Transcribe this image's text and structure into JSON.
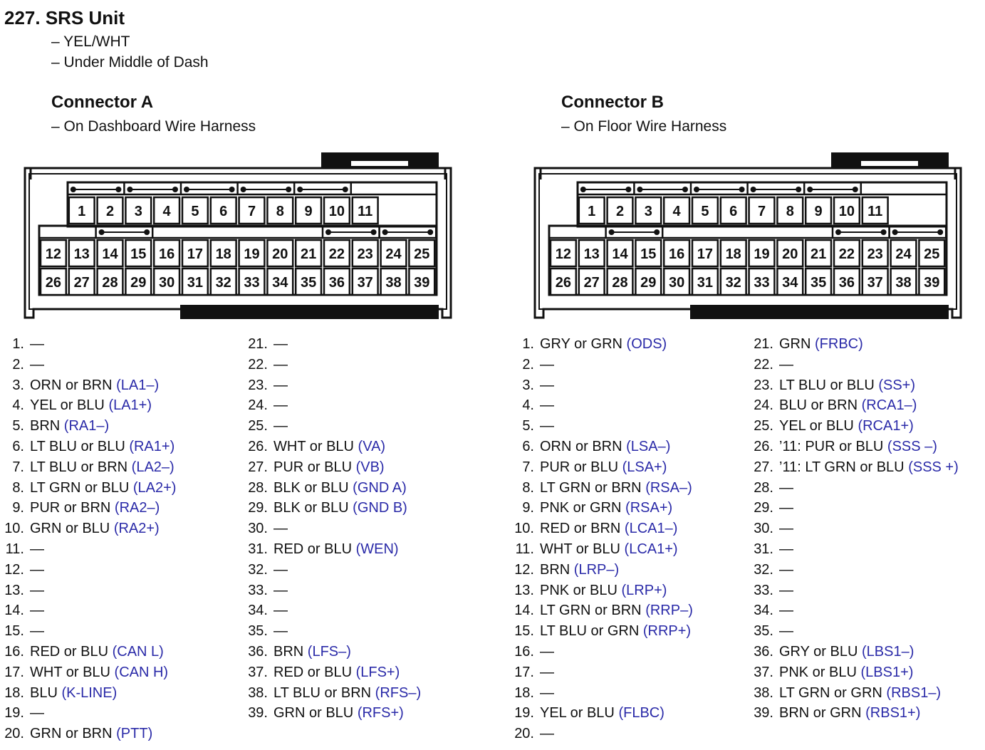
{
  "header": {
    "title": "227. SRS Unit",
    "color_line": "– YEL/WHT",
    "location_line": "– Under Middle of Dash"
  },
  "connectors": {
    "a": {
      "title": "Connector A",
      "subtitle": "– On Dashboard Wire Harness",
      "col1": [
        {
          "n": "1.",
          "wire": "—",
          "signal": ""
        },
        {
          "n": "2.",
          "wire": "—",
          "signal": ""
        },
        {
          "n": "3.",
          "wire": "ORN or BRN",
          "signal": "(LA1–)"
        },
        {
          "n": "4.",
          "wire": "YEL or BLU",
          "signal": "(LA1+)"
        },
        {
          "n": "5.",
          "wire": "BRN",
          "signal": "(RA1–)"
        },
        {
          "n": "6.",
          "wire": "LT BLU or BLU",
          "signal": "(RA1+)"
        },
        {
          "n": "7.",
          "wire": "LT BLU or BRN",
          "signal": "(LA2–)"
        },
        {
          "n": "8.",
          "wire": "LT GRN or BLU",
          "signal": "(LA2+)"
        },
        {
          "n": "9.",
          "wire": "PUR or BRN",
          "signal": "(RA2–)"
        },
        {
          "n": "10.",
          "wire": "GRN or BLU",
          "signal": "(RA2+)"
        },
        {
          "n": "11.",
          "wire": "—",
          "signal": ""
        },
        {
          "n": "12.",
          "wire": "—",
          "signal": ""
        },
        {
          "n": "13.",
          "wire": "—",
          "signal": ""
        },
        {
          "n": "14.",
          "wire": "—",
          "signal": ""
        },
        {
          "n": "15.",
          "wire": "—",
          "signal": ""
        },
        {
          "n": "16.",
          "wire": "RED or BLU",
          "signal": "(CAN L)"
        },
        {
          "n": "17.",
          "wire": "WHT or BLU",
          "signal": "(CAN H)"
        },
        {
          "n": "18.",
          "wire": "BLU",
          "signal": "(K-LINE)"
        },
        {
          "n": "19.",
          "wire": "—",
          "signal": ""
        },
        {
          "n": "20.",
          "wire": "GRN or BRN",
          "signal": "(PTT)"
        }
      ],
      "col2": [
        {
          "n": "21.",
          "wire": "—",
          "signal": ""
        },
        {
          "n": "22.",
          "wire": "—",
          "signal": ""
        },
        {
          "n": "23.",
          "wire": "—",
          "signal": ""
        },
        {
          "n": "24.",
          "wire": "—",
          "signal": ""
        },
        {
          "n": "25.",
          "wire": "—",
          "signal": ""
        },
        {
          "n": "26.",
          "wire": "WHT or BLU",
          "signal": "(VA)"
        },
        {
          "n": "27.",
          "wire": "PUR or BLU",
          "signal": "(VB)"
        },
        {
          "n": "28.",
          "wire": "BLK or BLU",
          "signal": "(GND A)"
        },
        {
          "n": "29.",
          "wire": "BLK or BLU",
          "signal": "(GND B)"
        },
        {
          "n": "30.",
          "wire": "—",
          "signal": ""
        },
        {
          "n": "31.",
          "wire": "RED or BLU",
          "signal": "(WEN)"
        },
        {
          "n": "32.",
          "wire": "—",
          "signal": ""
        },
        {
          "n": "33.",
          "wire": "—",
          "signal": ""
        },
        {
          "n": "34.",
          "wire": "—",
          "signal": ""
        },
        {
          "n": "35.",
          "wire": "—",
          "signal": ""
        },
        {
          "n": "36.",
          "wire": "BRN",
          "signal": "(LFS–)"
        },
        {
          "n": "37.",
          "wire": "RED or BLU",
          "signal": "(LFS+)"
        },
        {
          "n": "38.",
          "wire": "LT BLU or BRN",
          "signal": "(RFS–)"
        },
        {
          "n": "39.",
          "wire": "GRN or BLU",
          "signal": "(RFS+)"
        }
      ]
    },
    "b": {
      "title": "Connector B",
      "subtitle": "– On Floor Wire Harness",
      "col1": [
        {
          "n": "1.",
          "wire": "GRY or GRN",
          "signal": "(ODS)"
        },
        {
          "n": "2.",
          "wire": "—",
          "signal": ""
        },
        {
          "n": "3.",
          "wire": "—",
          "signal": ""
        },
        {
          "n": "4.",
          "wire": "—",
          "signal": ""
        },
        {
          "n": "5.",
          "wire": "—",
          "signal": ""
        },
        {
          "n": "6.",
          "wire": "ORN or BRN",
          "signal": "(LSA–)"
        },
        {
          "n": "7.",
          "wire": "PUR or BLU",
          "signal": "(LSA+)"
        },
        {
          "n": "8.",
          "wire": "LT GRN or BRN",
          "signal": "(RSA–)"
        },
        {
          "n": "9.",
          "wire": "PNK or GRN",
          "signal": "(RSA+)"
        },
        {
          "n": "10.",
          "wire": "RED or BRN",
          "signal": "(LCA1–)"
        },
        {
          "n": "11.",
          "wire": "WHT or BLU",
          "signal": "(LCA1+)"
        },
        {
          "n": "12.",
          "wire": "BRN",
          "signal": "(LRP–)"
        },
        {
          "n": "13.",
          "wire": "PNK or BLU",
          "signal": "(LRP+)"
        },
        {
          "n": "14.",
          "wire": "LT GRN or BRN",
          "signal": "(RRP–)"
        },
        {
          "n": "15.",
          "wire": "LT BLU or GRN",
          "signal": "(RRP+)"
        },
        {
          "n": "16.",
          "wire": "—",
          "signal": ""
        },
        {
          "n": "17.",
          "wire": "—",
          "signal": ""
        },
        {
          "n": "18.",
          "wire": "—",
          "signal": ""
        },
        {
          "n": "19.",
          "wire": "YEL or BLU",
          "signal": "(FLBC)"
        },
        {
          "n": "20.",
          "wire": "—",
          "signal": ""
        }
      ],
      "col2": [
        {
          "n": "21.",
          "wire": "GRN",
          "signal": "(FRBC)"
        },
        {
          "n": "22.",
          "wire": "—",
          "signal": ""
        },
        {
          "n": "23.",
          "wire": "LT BLU or BLU",
          "signal": "(SS+)"
        },
        {
          "n": "24.",
          "wire": "BLU or BRN",
          "signal": "(RCA1–)"
        },
        {
          "n": "25.",
          "wire": "YEL or BLU",
          "signal": "(RCA1+)"
        },
        {
          "n": "26.",
          "wire": "’11: PUR or BLU",
          "signal": "(SSS –)"
        },
        {
          "n": "27.",
          "wire": "’11: LT GRN or BLU",
          "signal": "(SSS +)"
        },
        {
          "n": "28.",
          "wire": "—",
          "signal": ""
        },
        {
          "n": "29.",
          "wire": "—",
          "signal": ""
        },
        {
          "n": "30.",
          "wire": "—",
          "signal": ""
        },
        {
          "n": "31.",
          "wire": "—",
          "signal": ""
        },
        {
          "n": "32.",
          "wire": "—",
          "signal": ""
        },
        {
          "n": "33.",
          "wire": "—",
          "signal": ""
        },
        {
          "n": "34.",
          "wire": "—",
          "signal": ""
        },
        {
          "n": "35.",
          "wire": "—",
          "signal": ""
        },
        {
          "n": "36.",
          "wire": "GRY or BLU",
          "signal": "(LBS1–)"
        },
        {
          "n": "37.",
          "wire": "PNK or BLU",
          "signal": "(LBS1+)"
        },
        {
          "n": "38.",
          "wire": "LT GRN or GRN",
          "signal": "(RBS1–)"
        },
        {
          "n": "39.",
          "wire": "BRN or GRN",
          "signal": "(RBS1+)"
        }
      ]
    }
  },
  "colors": {
    "signal": "#2a2aa8",
    "ink": "#111111"
  }
}
